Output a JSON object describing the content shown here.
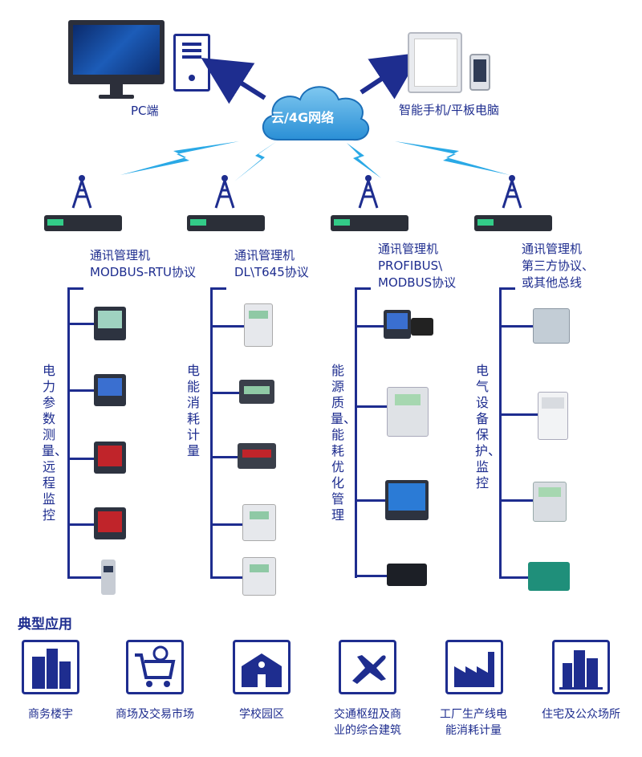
{
  "cloud": {
    "label": "云/4G网络"
  },
  "pc": {
    "label": "PC端"
  },
  "mobile": {
    "label": "智能手机/平板电脑"
  },
  "columns": [
    {
      "title": [
        "通讯管理机",
        "MODBUS-RTU协议"
      ],
      "function": "电力参数测量、远程监控"
    },
    {
      "title": [
        "通讯管理机",
        "DL\\T645协议"
      ],
      "function": "电能消耗计量"
    },
    {
      "title": [
        "通讯管理机",
        "PROFIBUS\\",
        "MODBUS协议"
      ],
      "function": "能源质量、能耗优化管理"
    },
    {
      "title": [
        "通讯管理机",
        "第三方协议、",
        "或其他总线"
      ],
      "function": "电气设备保护、监控"
    }
  ],
  "applications": {
    "heading": "典型应用",
    "items": [
      {
        "label": [
          "商务楼宇"
        ],
        "icon": "office-building-icon"
      },
      {
        "label": [
          "商场及交易市场"
        ],
        "icon": "shopping-cart-icon"
      },
      {
        "label": [
          "学校园区"
        ],
        "icon": "school-icon"
      },
      {
        "label": [
          "交通枢纽及商",
          "业的综合建筑"
        ],
        "icon": "airplane-icon"
      },
      {
        "label": [
          "工厂生产线电",
          "能消耗计量"
        ],
        "icon": "factory-icon"
      },
      {
        "label": [
          "住宅及公众场所"
        ],
        "icon": "residential-icon"
      }
    ]
  },
  "colors": {
    "primary": "#1e2d8f",
    "lightning": "#2aa9e6",
    "cloud": "#3aa3e0"
  }
}
